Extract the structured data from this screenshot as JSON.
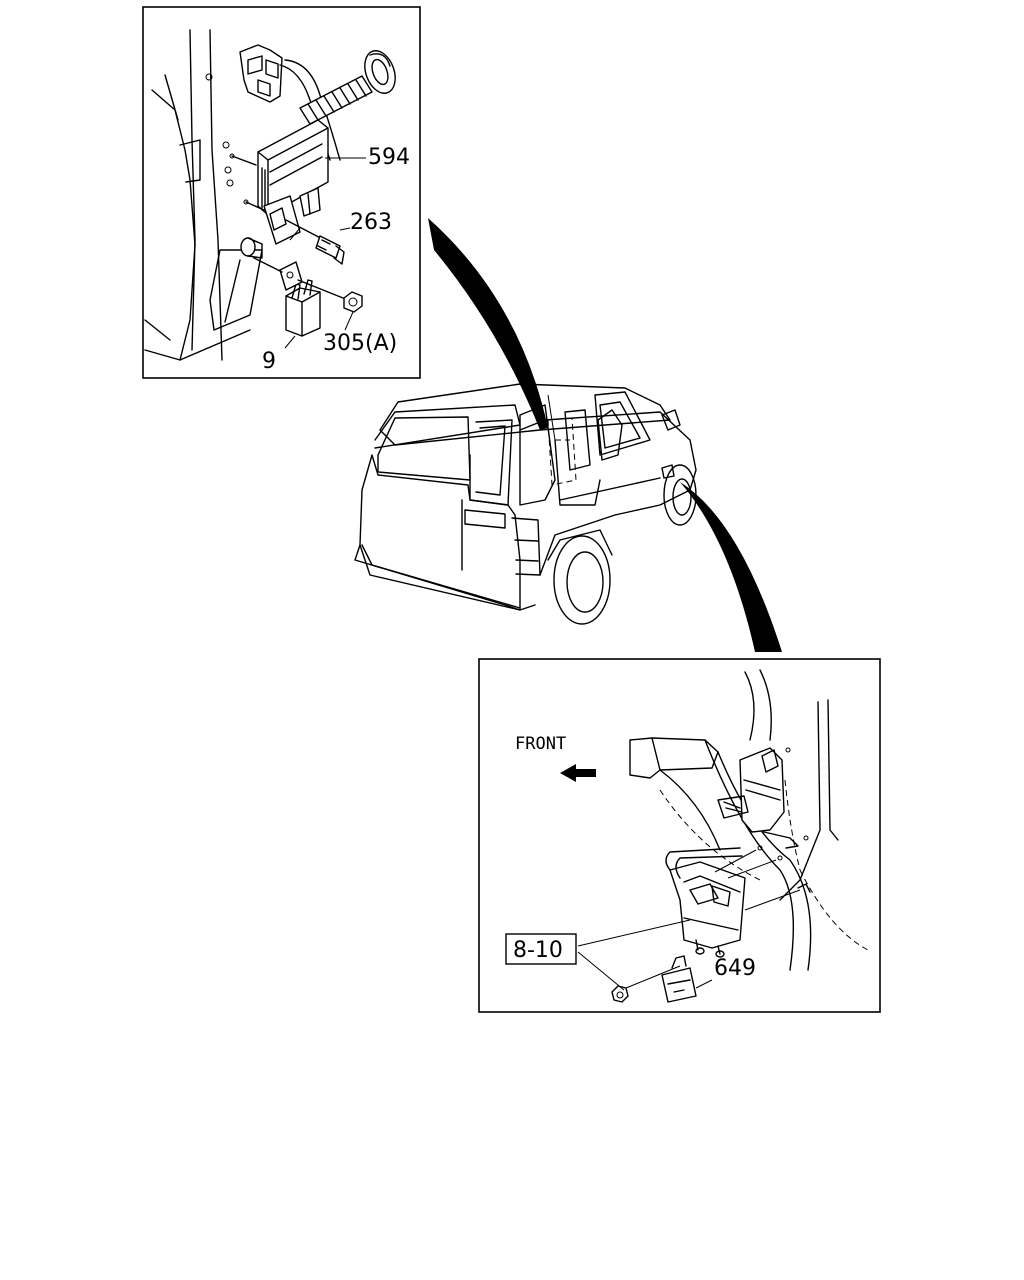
{
  "callouts": {
    "part_594": "594",
    "part_263": "263",
    "part_305a": "305(A)",
    "part_9": "9",
    "part_8_10": "8-10",
    "part_649": "649"
  },
  "direction_label": "FRONT"
}
